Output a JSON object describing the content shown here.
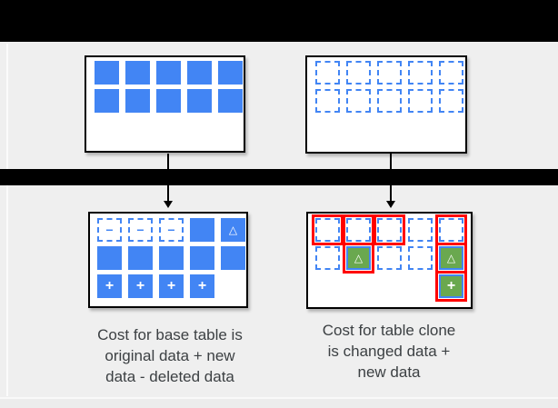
{
  "colors": {
    "bg": "#efefef",
    "bar": "#000000",
    "border": "#000000",
    "blue": "#4285f4",
    "green": "#6aa84f",
    "red": "#ff0000",
    "text": "#3c4043"
  },
  "glyphs": {
    "minus": "−",
    "plus": "+",
    "triangle": "△"
  },
  "panels": [
    {
      "id": "base-before",
      "rows": [
        [
          "solid",
          "solid",
          "solid",
          "solid",
          "solid"
        ],
        [
          "solid",
          "solid",
          "solid",
          "solid",
          "solid"
        ]
      ]
    },
    {
      "id": "clone-before",
      "rows": [
        [
          "dashed",
          "dashed",
          "dashed",
          "dashed",
          "dashed"
        ],
        [
          "dashed",
          "dashed",
          "dashed",
          "dashed",
          "dashed"
        ]
      ]
    },
    {
      "id": "base-after",
      "rows": [
        [
          "dashed-minus",
          "dashed-minus",
          "dashed-minus",
          "solid",
          "solid-triangle"
        ],
        [
          "solid",
          "solid",
          "solid",
          "solid",
          "solid"
        ],
        [
          "solid-plus",
          "solid-plus",
          "solid-plus",
          "solid-plus",
          "empty"
        ]
      ]
    },
    {
      "id": "clone-after",
      "rows": [
        [
          "dashed-red",
          "dashed-red",
          "dashed-red",
          "dashed",
          "dashed-red"
        ],
        [
          "dashed",
          "green-triangle-red",
          "dashed",
          "dashed",
          "green-triangle-red"
        ],
        [
          "empty",
          "empty",
          "empty",
          "empty",
          "green-plus-red"
        ]
      ]
    }
  ],
  "captions": {
    "base": "Cost for base table is\noriginal data + new\ndata - deleted data",
    "clone": "Cost for table clone\nis changed data +\nnew data"
  }
}
